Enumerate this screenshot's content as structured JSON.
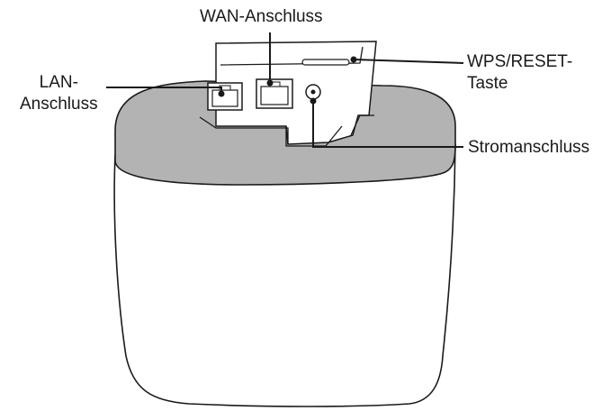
{
  "labels": {
    "wan": "WAN-Anschluss",
    "lan_line1": "LAN-",
    "lan_line2": "Anschluss",
    "wps_line1": "WPS/RESET-",
    "wps_line2": "Taste",
    "power": "Stromanschluss"
  },
  "colors": {
    "outline": "#1a1a1a",
    "top_band": "#b3b3b3",
    "body_fill": "#ffffff",
    "text": "#1a1a1a"
  }
}
